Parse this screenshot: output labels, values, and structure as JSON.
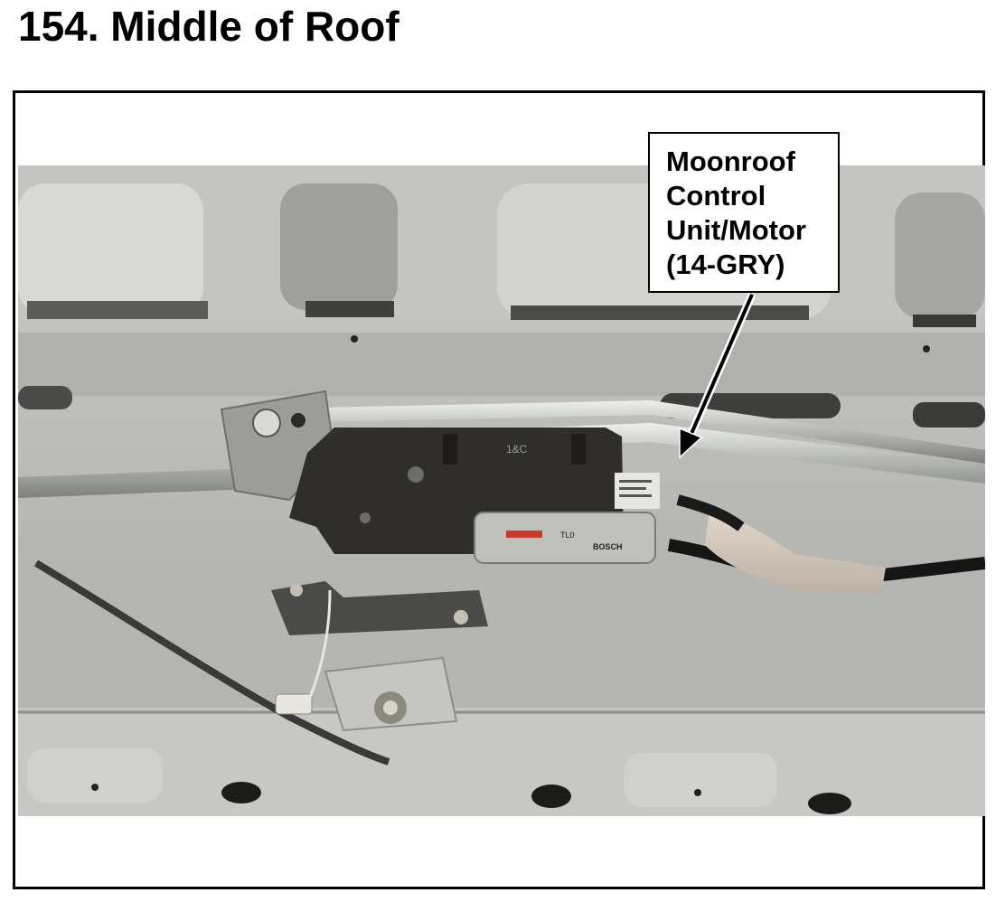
{
  "page": {
    "title": "154.  Middle of Roof"
  },
  "callout": {
    "label": "Moonroof\nControl\nUnit/Motor\n(14-GRY)"
  },
  "photo": {
    "motor_marking": "1&C",
    "motor_brand": "BOSCH",
    "motor_code": "TL0"
  }
}
